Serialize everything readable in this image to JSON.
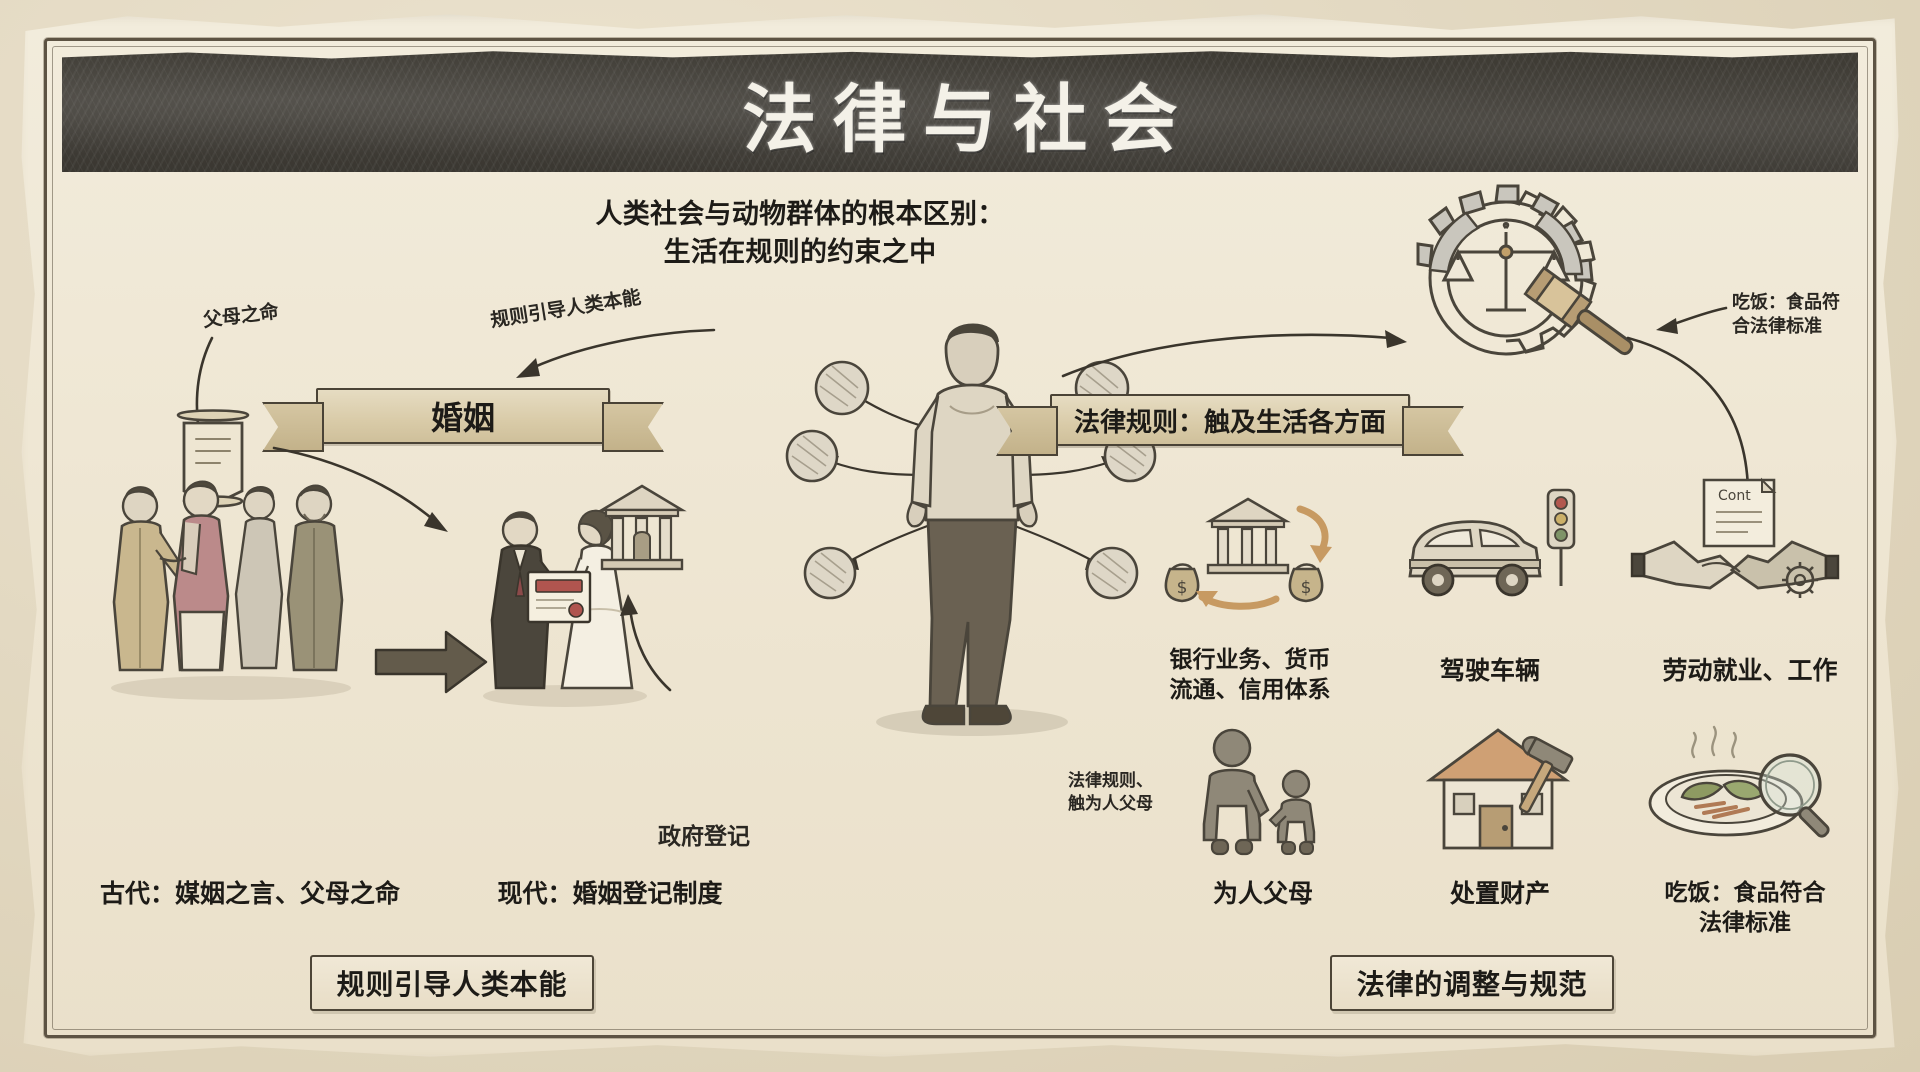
{
  "poster": {
    "title": "法律与社会",
    "headline_line1": "人类社会与动物群体的根本区别：",
    "headline_line2": "生活在规则的约束之中"
  },
  "annotations": {
    "parents_order": "父母之命",
    "rules_guide_instinct": "规则引导人类本能",
    "eating_food_standard": "吃饭：食品符\n合法律标准",
    "law_rules_parenting": "法律规则、\n触为人父母",
    "government_registration": "政府登记"
  },
  "banners": {
    "marriage": "婚姻",
    "law_rules": "法律规则：触及生活各方面"
  },
  "left_section": {
    "ancient_caption": "古代：媒姻之言、父母之命",
    "modern_caption": "现代：婚姻登记制度",
    "bottom_banner": "规则引导人类本能"
  },
  "right_section": {
    "bottom_banner": "法律的调整与规范",
    "items": [
      {
        "name": "banking",
        "icon": "bank-money-icon",
        "caption": "银行业务、货币\n流通、信用体系"
      },
      {
        "name": "driving",
        "icon": "car-traffic-light-icon",
        "caption": "驾驶车辆"
      },
      {
        "name": "employment",
        "icon": "handshake-contract-icon",
        "caption": "劳动就业、工作"
      },
      {
        "name": "parenting",
        "icon": "parent-child-icon",
        "caption": "为人父母"
      },
      {
        "name": "property",
        "icon": "house-hammer-icon",
        "caption": "处置财产"
      },
      {
        "name": "eating",
        "icon": "food-plate-magnifier-icon",
        "caption": "吃饭：食品符合\n法律标准"
      }
    ]
  },
  "colors": {
    "paper": "#efe7d4",
    "board": "#3e3b34",
    "ink": "#3a352c",
    "ribbon": "#d9cba8",
    "accent_tan": "#c3b28a"
  }
}
